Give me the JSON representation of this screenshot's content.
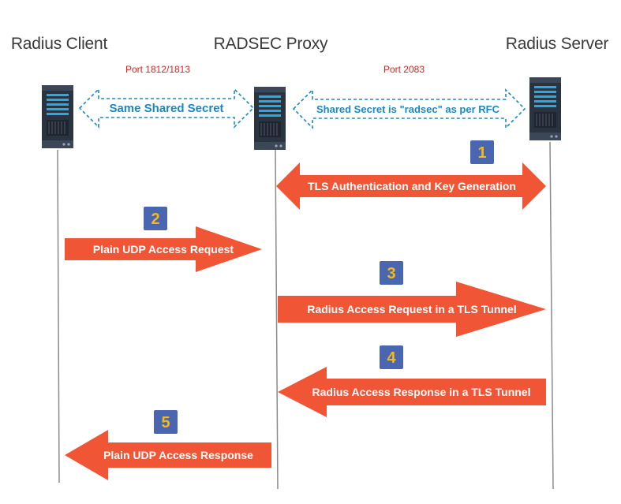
{
  "actors": {
    "client": "Radius Client",
    "proxy": "RADSEC Proxy",
    "server": "Radius Server"
  },
  "ports": {
    "client_proxy": "Port 1812/1813",
    "proxy_server": "Port 2083"
  },
  "secrets": {
    "client_proxy": "Same Shared Secret",
    "proxy_server": "Shared Secret is \"radsec\" as per RFC"
  },
  "steps": [
    {
      "number": "1",
      "label": "TLS Authentication and Key Generation"
    },
    {
      "number": "2",
      "label": "Plain UDP Access Request"
    },
    {
      "number": "3",
      "label": "Radius Access Request in a TLS Tunnel"
    },
    {
      "number": "4",
      "label": "Radius Access Response in a TLS Tunnel"
    },
    {
      "number": "5",
      "label": "Plain UDP Access Response"
    }
  ],
  "colors": {
    "arrow": "#f05536",
    "secret": "#1a88c2",
    "port": "#e0201b",
    "badge_bg": "#4a66b0",
    "badge_text": "#f4b81a",
    "server_body": "#2a3440",
    "server_light": "#29a9e0"
  },
  "icons": {
    "actor": "server-rack-icon"
  }
}
